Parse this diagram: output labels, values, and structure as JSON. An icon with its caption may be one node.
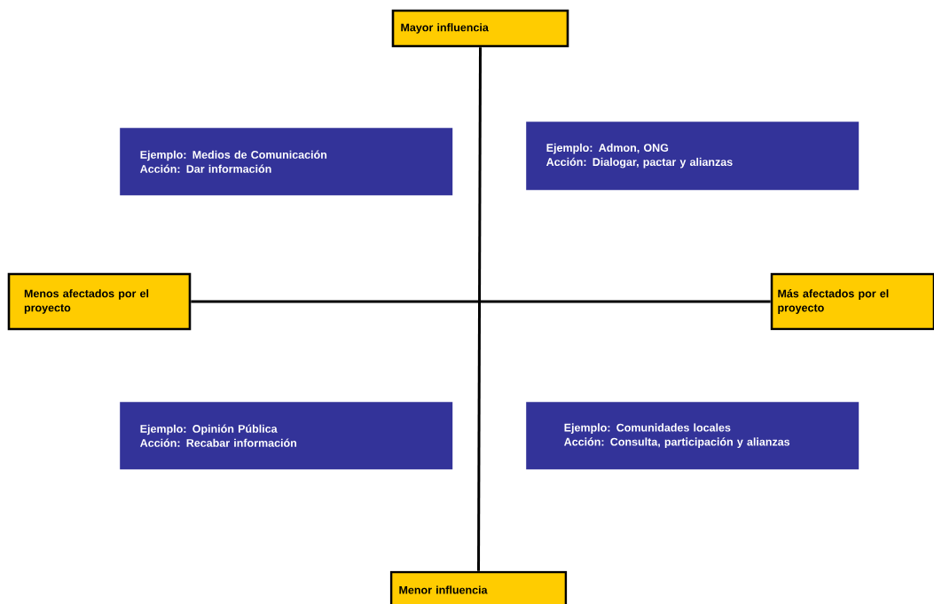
{
  "diagram": {
    "nodes": [
      {
        "text": [
          "Mayor influencia"
        ]
      },
      {
        "text": [
          "Ejemplo: Medios de Comunicación",
          "Acción: Dar información"
        ]
      },
      {
        "text": [
          "Ejemplo: Admon, ONG",
          "Acción: Dialogar, pactar y alianzas"
        ]
      },
      {
        "text": [
          "Menos afectados por el proyecto"
        ]
      },
      {
        "text": [
          "Más afectados por el proyecto"
        ]
      },
      {
        "text": [
          "Ejemplo: Opinión Pública",
          "Acción: Recabar información"
        ]
      },
      {
        "text": [
          "Ejemplo: Comunidades locales",
          "Acción: Consulta, participación y alianzas"
        ]
      },
      {
        "text": [
          "Menor influencia"
        ]
      }
    ],
    "edges": [
      {
        "from": 0,
        "to": 7,
        "arrow": "none"
      },
      {
        "from": 3,
        "to": 4,
        "arrow": "none"
      }
    ]
  }
}
